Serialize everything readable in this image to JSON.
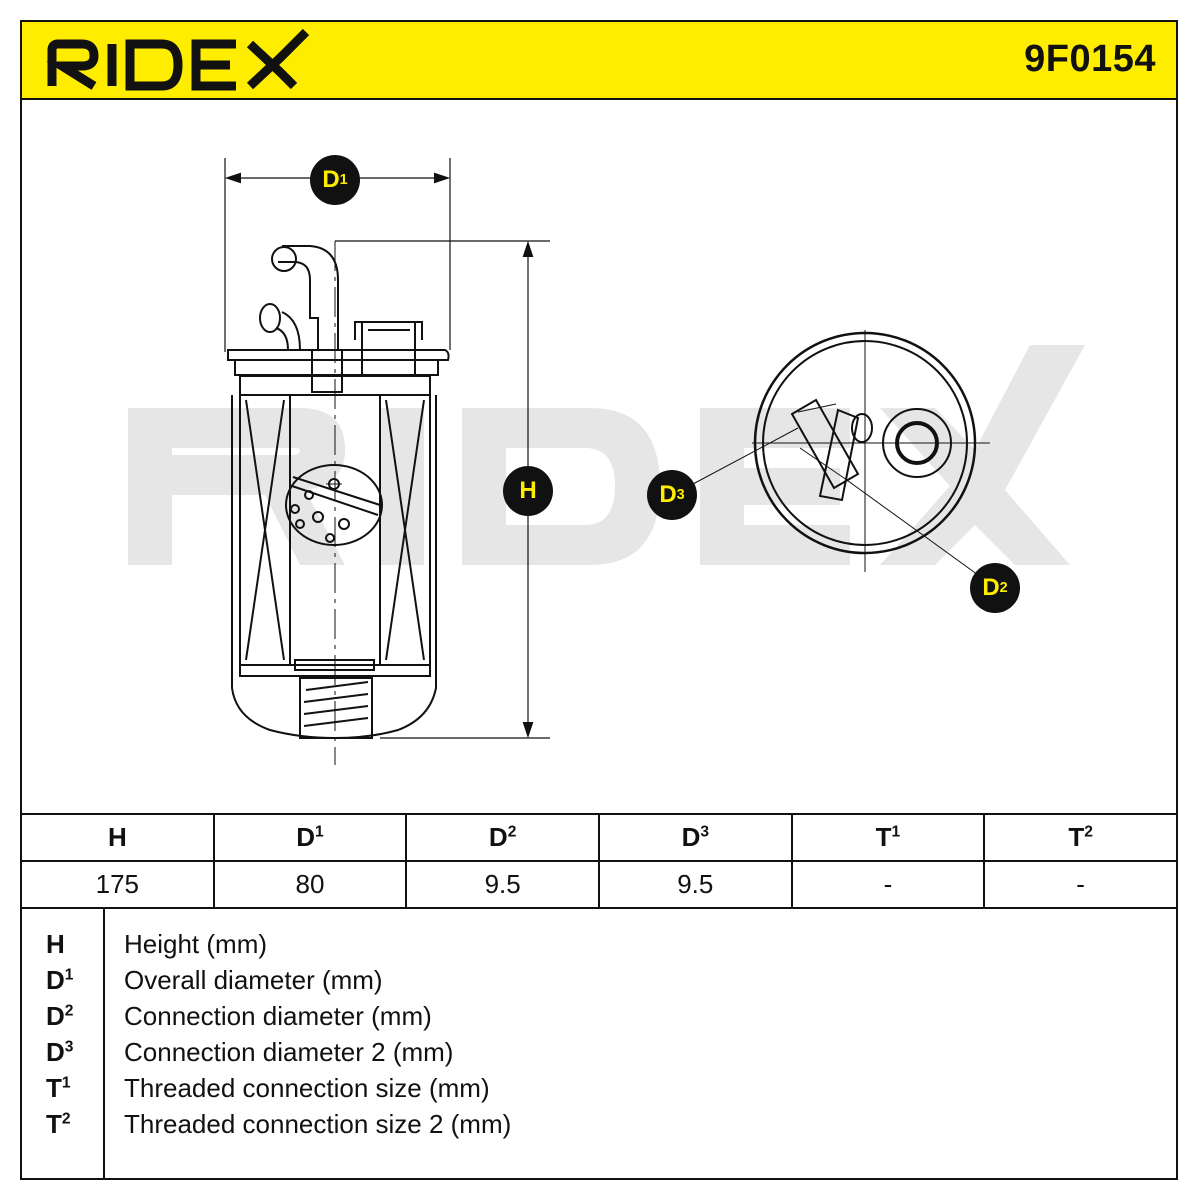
{
  "brand": {
    "name": "RIDEX",
    "watermark": "RIDEX"
  },
  "part_number": "9F0154",
  "colors": {
    "accent": "#ffed00",
    "ink": "#111111",
    "watermark": "#e6e6e6"
  },
  "callouts": {
    "d1": {
      "letter": "D",
      "sup": "1"
    },
    "h": {
      "letter": "H",
      "sup": ""
    },
    "d2": {
      "letter": "D",
      "sup": "2"
    },
    "d3": {
      "letter": "D",
      "sup": "3"
    }
  },
  "dimensions_table": {
    "headers": [
      {
        "letter": "H",
        "sup": ""
      },
      {
        "letter": "D",
        "sup": "1"
      },
      {
        "letter": "D",
        "sup": "2"
      },
      {
        "letter": "D",
        "sup": "3"
      },
      {
        "letter": "T",
        "sup": "1"
      },
      {
        "letter": "T",
        "sup": "2"
      }
    ],
    "values": [
      "175",
      "80",
      "9.5",
      "9.5",
      "-",
      "-"
    ]
  },
  "legend": [
    {
      "letter": "H",
      "sup": "",
      "text": "Height (mm)"
    },
    {
      "letter": "D",
      "sup": "1",
      "text": "Overall diameter (mm)"
    },
    {
      "letter": "D",
      "sup": "2",
      "text": "Connection diameter (mm)"
    },
    {
      "letter": "D",
      "sup": "3",
      "text": "Connection diameter 2 (mm)"
    },
    {
      "letter": "T",
      "sup": "1",
      "text": "Threaded connection size (mm)"
    },
    {
      "letter": "T",
      "sup": "2",
      "text": "Threaded connection size 2 (mm)"
    }
  ]
}
